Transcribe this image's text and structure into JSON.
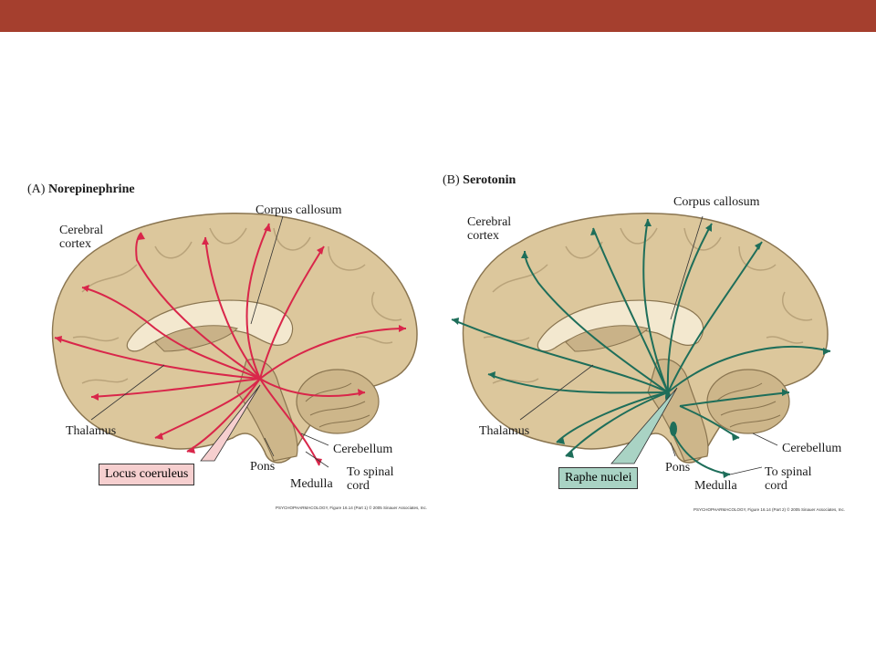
{
  "colors": {
    "topbar": "#a53f2e",
    "brain": "#dcc79c",
    "norepinephrine": "#d9264a",
    "serotonin": "#1e6e5a"
  },
  "panel_a": {
    "letter": "(A)",
    "title": "Norepinephrine",
    "labels": {
      "cerebral_cortex": "Cerebral\ncortex",
      "corpus_callosum": "Corpus callosum",
      "thalamus": "Thalamus",
      "locus": "Locus coeruleus",
      "pons": "Pons",
      "medulla": "Medulla",
      "cerebellum": "Cerebellum",
      "spinal": "To spinal\ncord"
    },
    "credit": "PSYCHOPHARMACOLOGY, Figure 16.14 (Part 1) © 2005 Sinauer Associates, Inc."
  },
  "panel_b": {
    "letter": "(B)",
    "title": "Serotonin",
    "labels": {
      "cerebral_cortex": "Cerebral\ncortex",
      "corpus_callosum": "Corpus callosum",
      "thalamus": "Thalamus",
      "raphe": "Raphe nuclei",
      "pons": "Pons",
      "medulla": "Medulla",
      "cerebellum": "Cerebellum",
      "spinal": "To spinal\ncord"
    },
    "credit": "PSYCHOPHARMACOLOGY, Figure 16.14 (Part 2) © 2005 Sinauer Associates, Inc."
  }
}
